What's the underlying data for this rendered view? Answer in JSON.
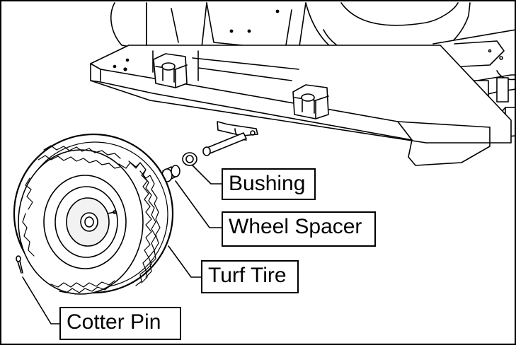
{
  "callouts": {
    "bushing": "Bushing",
    "wheel_spacer": "Wheel Spacer",
    "turf_tire": "Turf Tire",
    "cotter_pin": "Cotter Pin"
  },
  "colors": {
    "line": "#000000",
    "background": "#ffffff",
    "shade": "#e6e6e6"
  }
}
